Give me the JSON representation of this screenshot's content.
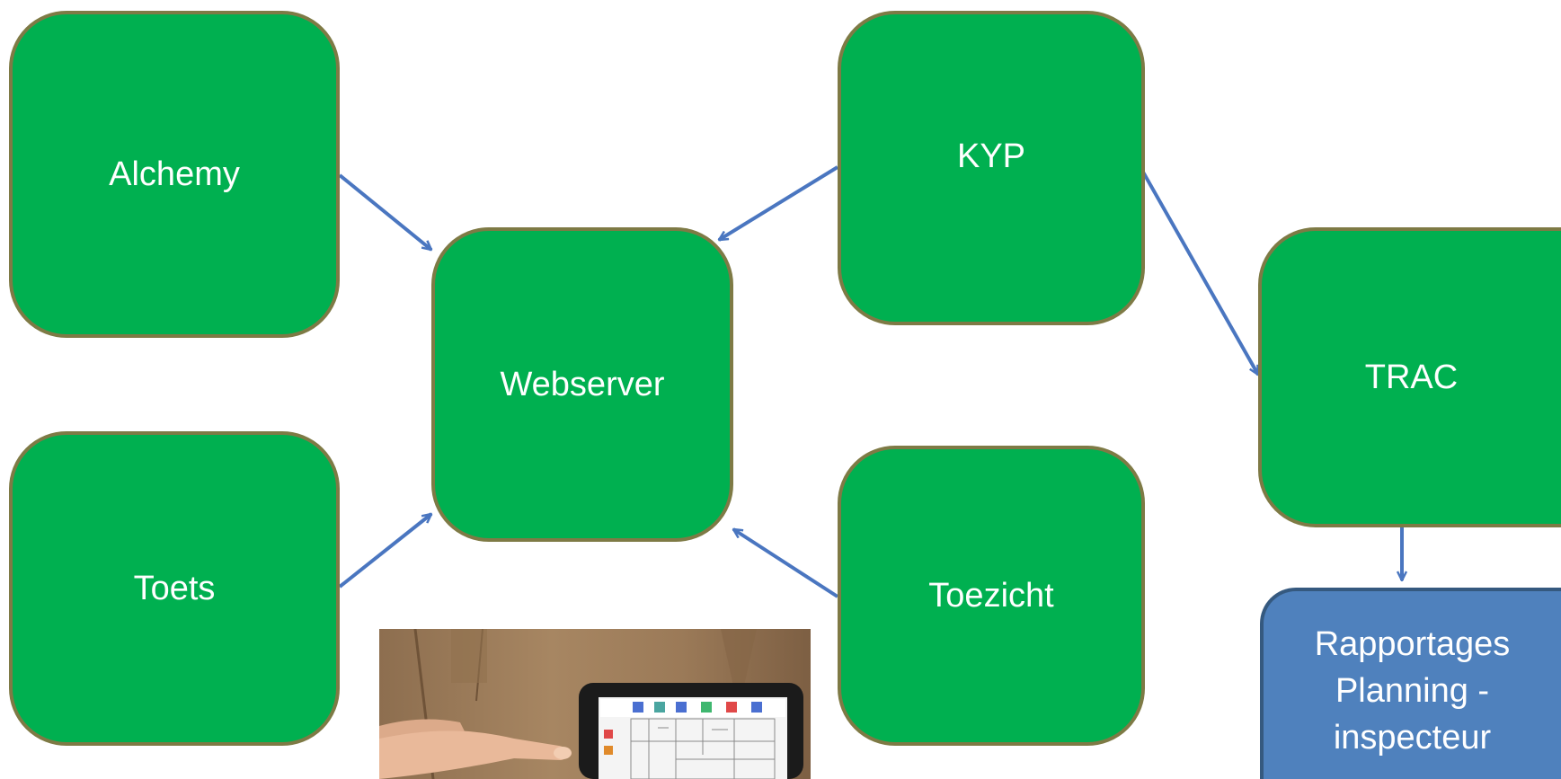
{
  "nodes": {
    "alchemy": "Alchemy",
    "toets": "Toets",
    "webserver": "Webserver",
    "kyp": "KYP",
    "toezicht": "Toezicht",
    "trac": "TRAC",
    "rapportages": "Rapportages Planning - inspecteur"
  },
  "colors": {
    "node_fill": "#00b050",
    "node_border": "#7e7a45",
    "report_fill": "#4f81bd",
    "arrow": "#4a76c0"
  },
  "photo": {
    "subject": "person-holding-tablet-with-floor-plan",
    "tablet_icons": [
      "person-icon",
      "toilet-icon",
      "door-icon",
      "info-icon",
      "fire-icon",
      "clock-icon"
    ]
  }
}
